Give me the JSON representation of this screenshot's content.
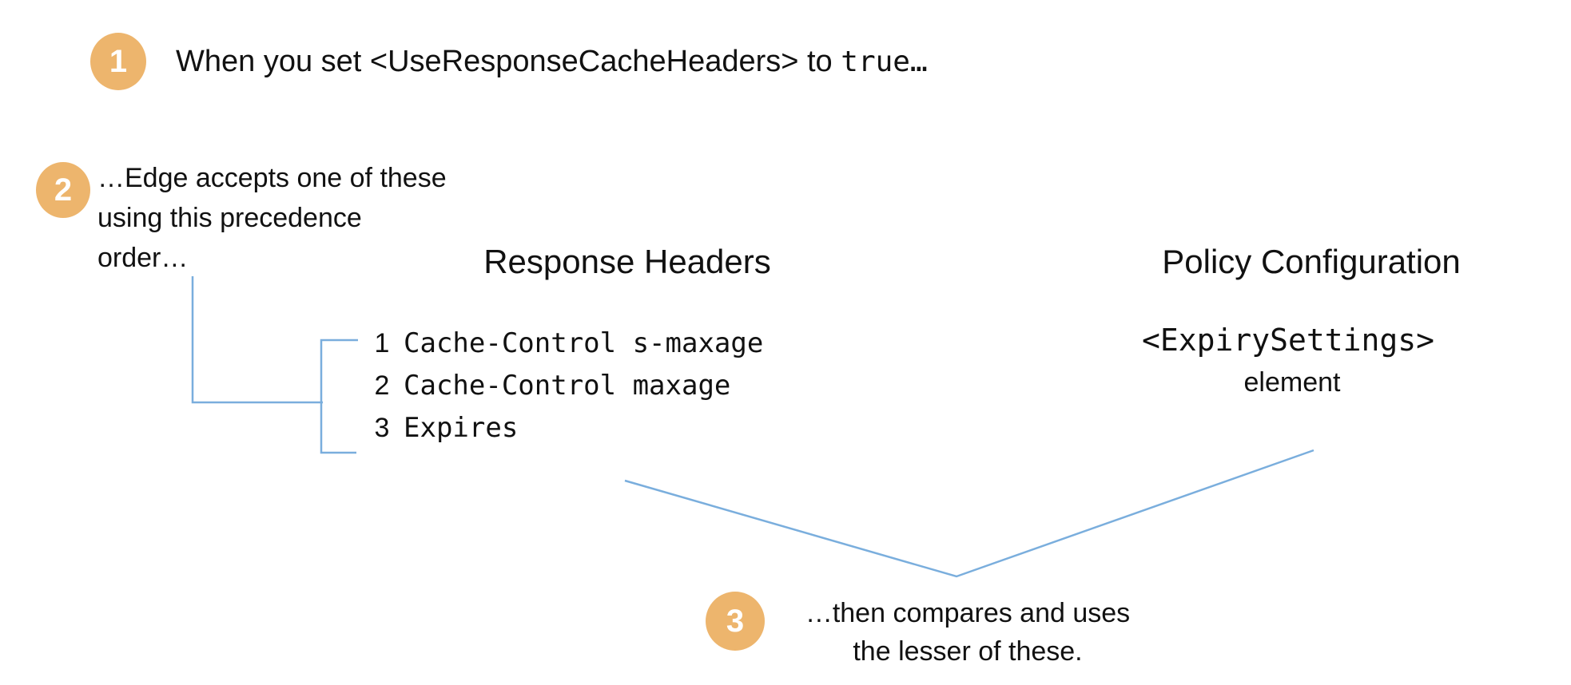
{
  "diagram_title": "UseResponseCacheHeaders cache expiry precedence",
  "colors": {
    "accent_orange": "#edb express",
    "badge_orange": "#edb56d",
    "connector_blue": "#7aaedd",
    "text": "#111111",
    "background": "#ffffff"
  },
  "steps": [
    {
      "number": "1",
      "text_prefix": "When you set <UseResponseCacheHeaders> to ",
      "text_code": "true…"
    },
    {
      "number": "2",
      "lines": [
        "…Edge accepts one of these",
        "using this precedence",
        "order…"
      ]
    },
    {
      "number": "3",
      "lines": [
        "…then compares and uses",
        "the lesser of these."
      ]
    }
  ],
  "columns": {
    "response_headers": {
      "title": "Response Headers",
      "items": [
        {
          "rank": "1",
          "code": "Cache-Control s-maxage"
        },
        {
          "rank": "2",
          "code": "Cache-Control maxage"
        },
        {
          "rank": "3",
          "code": "Expires"
        }
      ]
    },
    "policy_configuration": {
      "title": "Policy Configuration",
      "code": "<ExpirySettings>",
      "caption": "element"
    }
  }
}
